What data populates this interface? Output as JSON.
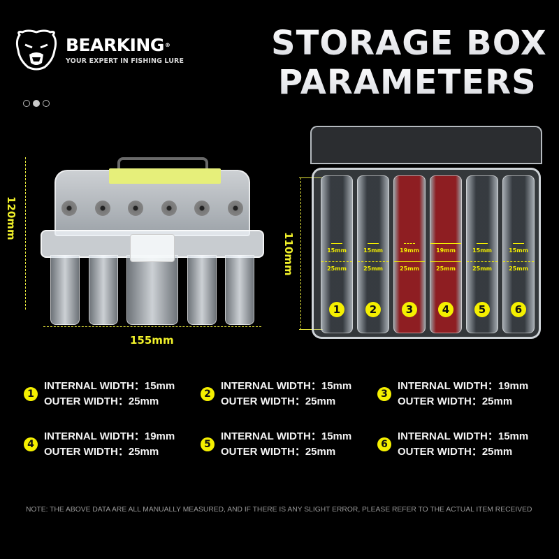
{
  "brand": {
    "name": "BEARKING",
    "registered": "®",
    "tagline": "YOUR EXPERT IN FISHING LURE",
    "logo_icon": "bear-head-icon"
  },
  "carousel": {
    "dots": 3,
    "active_index": 1
  },
  "title": {
    "line1": "STORAGE BOX",
    "line2": "PARAMETERS"
  },
  "dimensions": {
    "height": "120mm",
    "width": "155mm",
    "depth": "110mm"
  },
  "compartments": [
    {
      "number": "1",
      "internal": "15mm",
      "outer": "25mm",
      "color": "dark"
    },
    {
      "number": "2",
      "internal": "15mm",
      "outer": "25mm",
      "color": "dark"
    },
    {
      "number": "3",
      "internal": "19mm",
      "outer": "25mm",
      "color": "red"
    },
    {
      "number": "4",
      "internal": "19mm",
      "outer": "25mm",
      "color": "red"
    },
    {
      "number": "5",
      "internal": "15mm",
      "outer": "25mm",
      "color": "dark"
    },
    {
      "number": "6",
      "internal": "15mm",
      "outer": "25mm",
      "color": "dark"
    }
  ],
  "specs": [
    {
      "number": "1",
      "internal_label": "INTERNAL WIDTH：15mm",
      "outer_label": "OUTER WIDTH：25mm"
    },
    {
      "number": "2",
      "internal_label": "INTERNAL WIDTH：15mm",
      "outer_label": "OUTER WIDTH：25mm"
    },
    {
      "number": "3",
      "internal_label": "INTERNAL WIDTH：19mm",
      "outer_label": "OUTER WIDTH：25mm"
    },
    {
      "number": "4",
      "internal_label": "INTERNAL WIDTH：19mm",
      "outer_label": "OUTER WIDTH：25mm"
    },
    {
      "number": "5",
      "internal_label": "INTERNAL WIDTH：15mm",
      "outer_label": "OUTER WIDTH：25mm"
    },
    {
      "number": "6",
      "internal_label": "INTERNAL WIDTH：15mm",
      "outer_label": "OUTER WIDTH：25mm"
    }
  ],
  "note": "NOTE: THE ABOVE DATA ARE ALL MANUALLY MEASURED, AND IF THERE IS ANY SLIGHT ERROR, PLEASE REFER TO THE ACTUAL ITEM RECEIVED",
  "colors": {
    "accent_yellow": "#f5f000",
    "background": "#000000",
    "red_compartment": "#8e1e22"
  }
}
